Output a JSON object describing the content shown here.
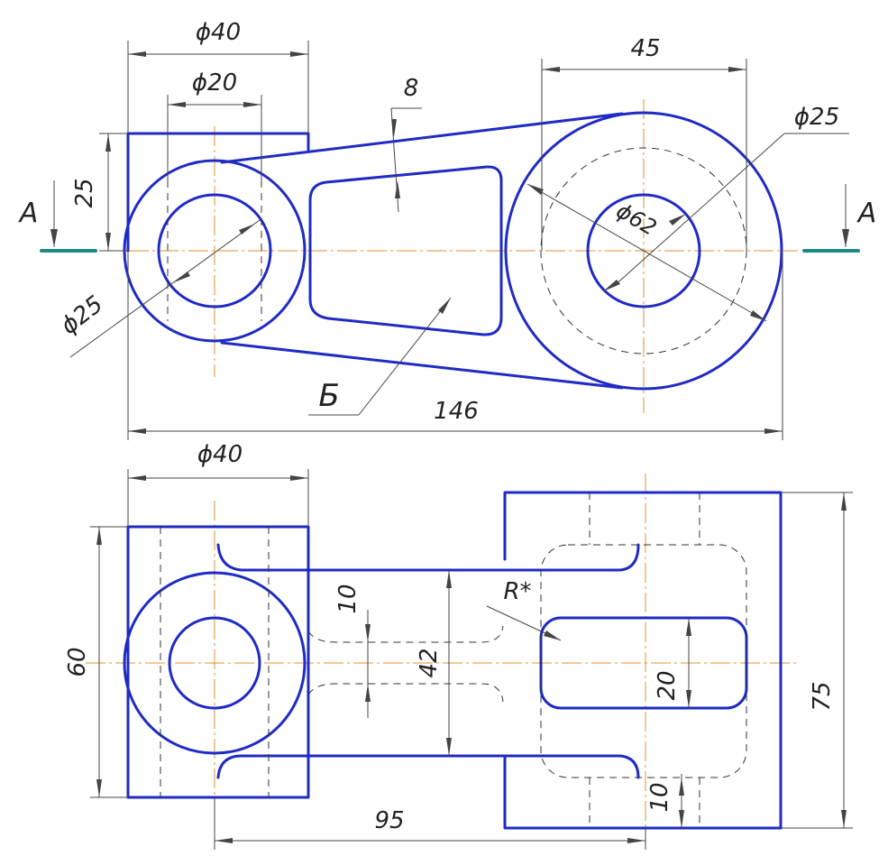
{
  "colors": {
    "object_line": "#1f2bc4",
    "center_line": "#e0922f",
    "section_mark": "#1f8a82",
    "dimension_line": "#444444"
  },
  "top_view": {
    "dims": {
      "phi40": "ϕ40",
      "phi20": "ϕ20",
      "d45": "45",
      "d8": "8",
      "phi25_right": "ϕ25",
      "d25": "25",
      "phi62": "ϕ62",
      "phi25_left": "ϕ25",
      "d146": "146"
    },
    "section_left": "A",
    "section_right": "A",
    "view_label": "Б"
  },
  "front_view": {
    "dims": {
      "phi40": "ϕ40",
      "d60": "60",
      "d10_top": "10",
      "d42": "42",
      "r_star": "R*",
      "d20": "20",
      "d75": "75",
      "d10_bottom": "10",
      "d95": "95"
    }
  }
}
